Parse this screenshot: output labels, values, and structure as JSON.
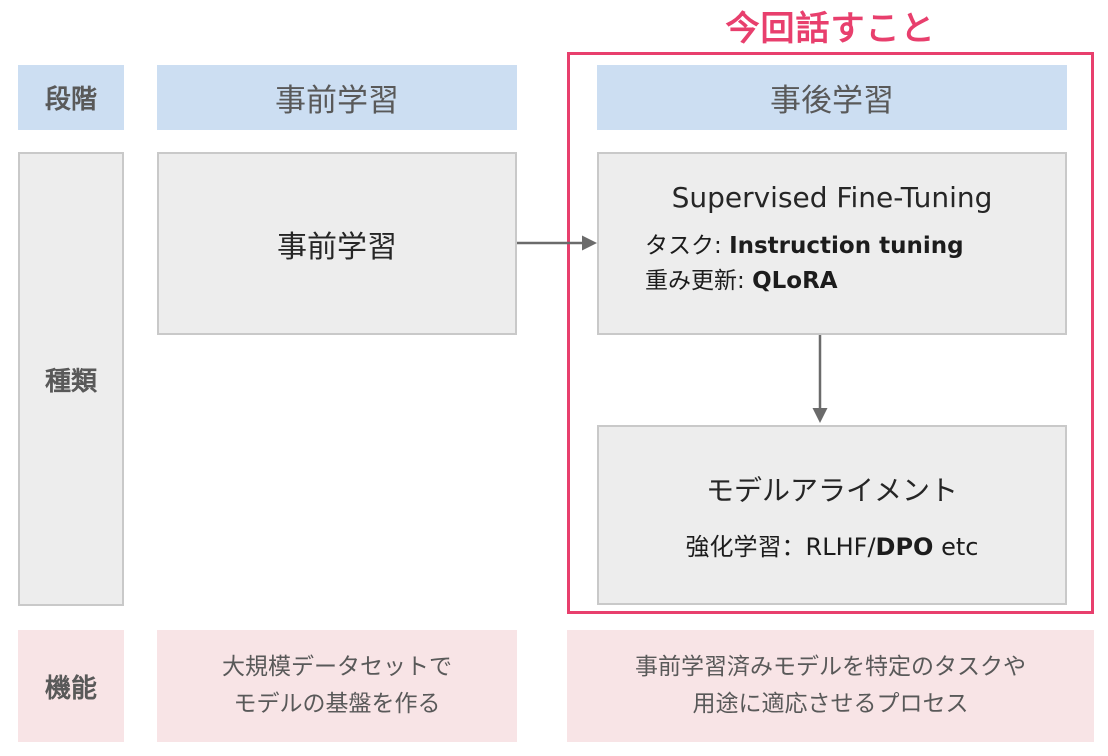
{
  "title": "今回話すこと",
  "colors": {
    "accent_pink": "#E83F6D",
    "header_blue": "#CCDEF2",
    "box_gray": "#EDEDED",
    "box_gray_border": "#C9C9C9",
    "function_pink": "#F8E4E6",
    "label_text_gray": "#595959",
    "arrow_gray": "#6B6B6B"
  },
  "row_labels": {
    "stage": "段階",
    "kind": "種類",
    "function": "機能"
  },
  "pretrain_column": {
    "header": "事前学習",
    "kind_box_label": "事前学習",
    "function_lines": [
      "大規模データセットで",
      "モデルの基盤を作る"
    ]
  },
  "posttrain_column": {
    "header": "事後学習",
    "sft": {
      "title": "Supervised Fine-Tuning",
      "task_label": "タスク: ",
      "task_value": "Instruction tuning",
      "weights_label": "重み更新: ",
      "weights_value": "QLoRA"
    },
    "alignment": {
      "title": "モデルアライメント",
      "detail_prefix": "強化学習：RLHF/",
      "detail_bold": "DPO",
      "detail_suffix": " etc"
    },
    "function_lines": [
      "事前学習済みモデルを特定のタスクや",
      "用途に適応させるプロセス"
    ]
  }
}
